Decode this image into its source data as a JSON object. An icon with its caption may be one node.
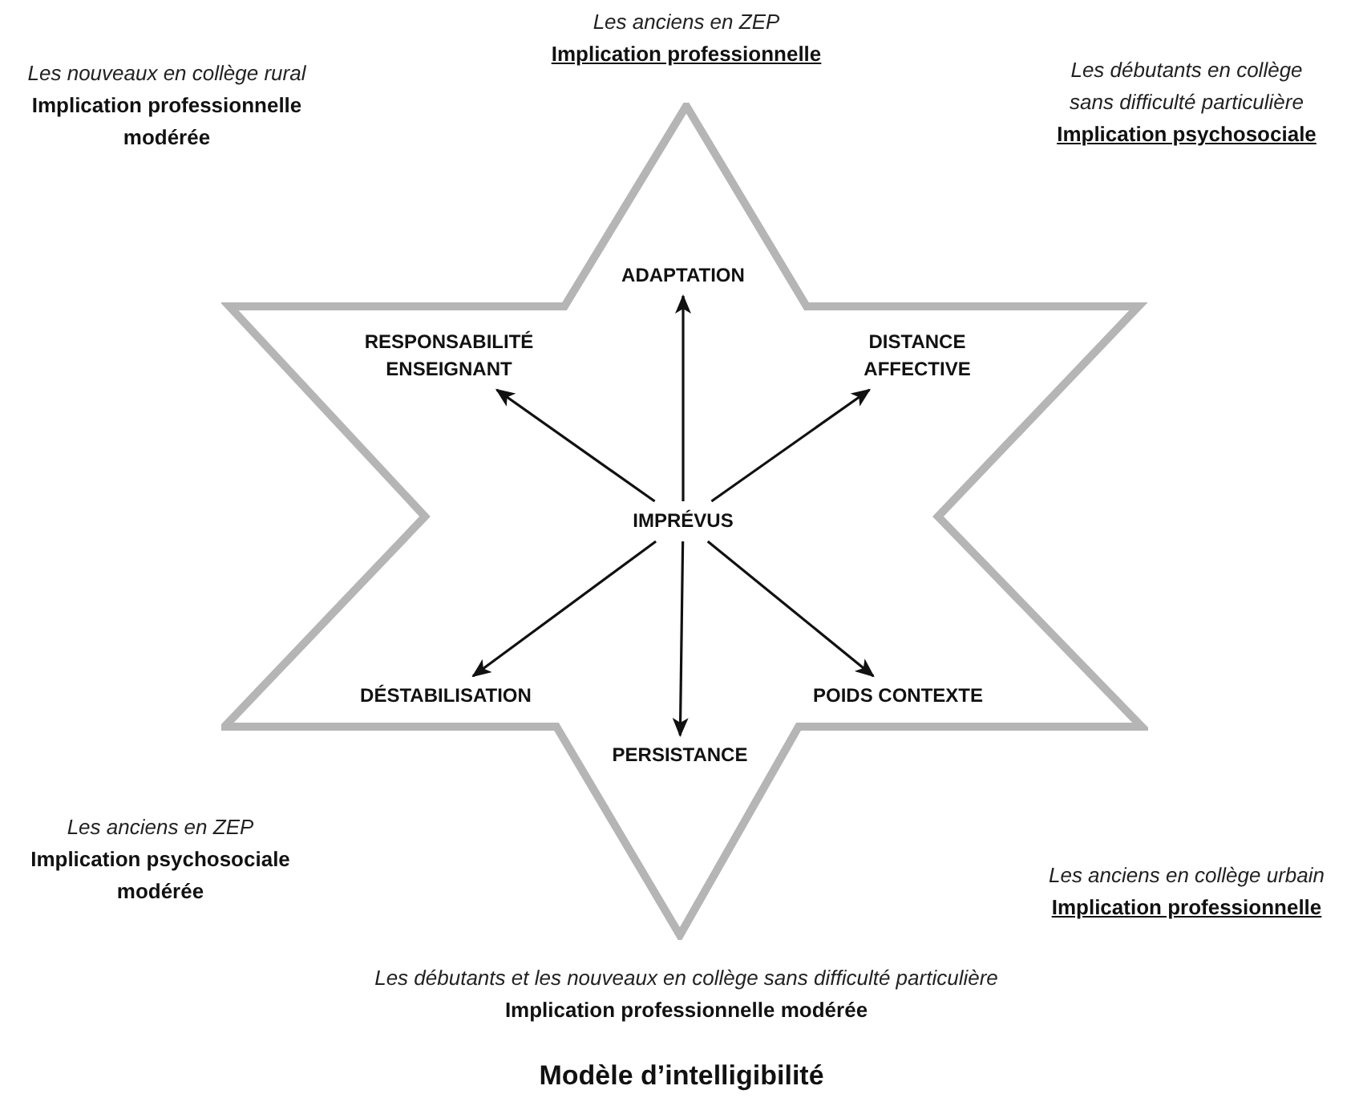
{
  "diagram": {
    "title": "Modèle d’intelligibilité",
    "nodes": [
      {
        "text": [],
        "shape": "star"
      },
      {
        "text": [
          "IMPRÉVUS"
        ],
        "in": 0
      },
      {
        "text": [
          "ADAPTATION"
        ],
        "in": 0
      },
      {
        "text": [
          "RESPONSABILITÉ ENSEIGNANT"
        ],
        "in": 0
      },
      {
        "text": [
          "DISTANCE AFFECTIVE"
        ],
        "in": 0
      },
      {
        "text": [
          "DÉSTABILISATION"
        ],
        "in": 0
      },
      {
        "text": [
          "POIDS CONTEXTE"
        ],
        "in": 0
      },
      {
        "text": [
          "PERSISTANCE"
        ],
        "in": 0
      }
    ],
    "edges": [
      {
        "from": 1,
        "to": 2,
        "arrow": "to"
      },
      {
        "from": 1,
        "to": 3,
        "arrow": "to"
      },
      {
        "from": 1,
        "to": 4,
        "arrow": "to"
      },
      {
        "from": 1,
        "to": 5,
        "arrow": "to"
      },
      {
        "from": 1,
        "to": 7,
        "arrow": "to"
      },
      {
        "from": 1,
        "to": 6,
        "arrow": "to"
      }
    ],
    "labels": [
      "Les anciens en ZEP",
      "Implication professionnelle",
      "Les nouveaux en collège rural",
      "Implication professionnelle modérée",
      "Les débutants en collège sans difficulté particulière",
      "Implication psychosociale",
      "Les anciens en ZEP",
      "Implication psychosociale modérée",
      "Les anciens en collège urbain",
      "Implication professionnelle",
      "Les débutants et les nouveaux en collège sans difficulté particulière",
      "Implication professionnelle modérée"
    ]
  }
}
